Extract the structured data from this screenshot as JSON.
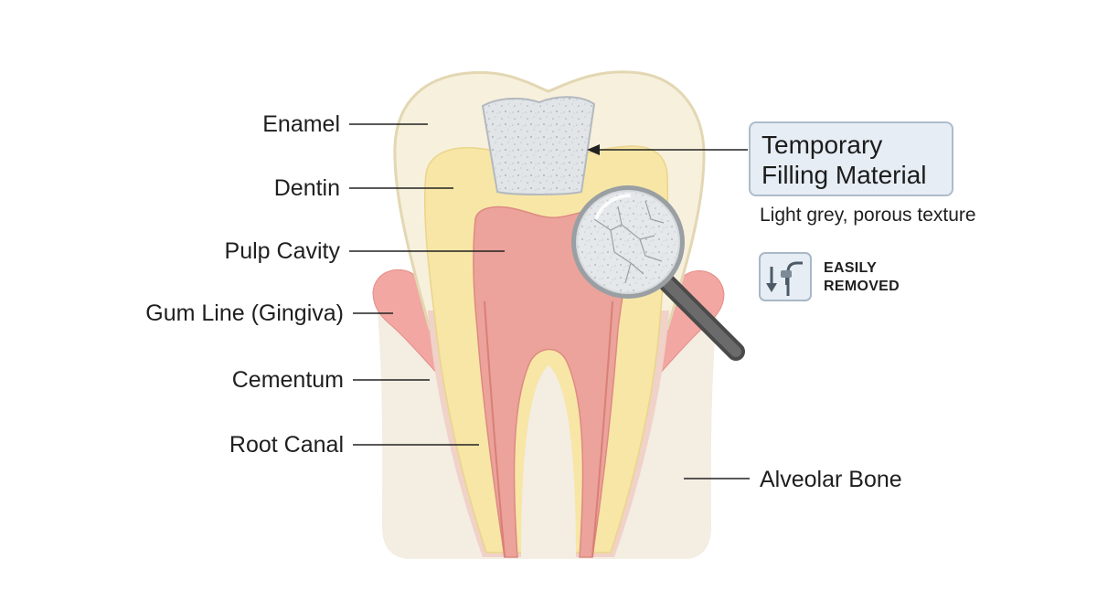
{
  "labels": {
    "enamel": "Enamel",
    "dentin": "Dentin",
    "pulp_cavity": "Pulp Cavity",
    "gum_line": "Gum Line (Gingiva)",
    "cementum": "Cementum",
    "root_canal": "Root Canal",
    "alveolar_bone": "Alveolar Bone"
  },
  "callout": {
    "line1": "Temporary",
    "line2": "Filling Material",
    "note": "Light grey, porous texture"
  },
  "removal": {
    "line1": "EASILY",
    "line2": "REMOVED",
    "icon": "dental-drill-icon"
  },
  "colors": {
    "enamel": "#f7f0dc",
    "dentin": "#f7e6a6",
    "pulp": "#eba39b",
    "gum": "#f2a7a2",
    "bone": "#f3ede2",
    "filling": "#dfe3e6",
    "callout_bg": "#e6edf4",
    "callout_border": "#aebccb"
  }
}
